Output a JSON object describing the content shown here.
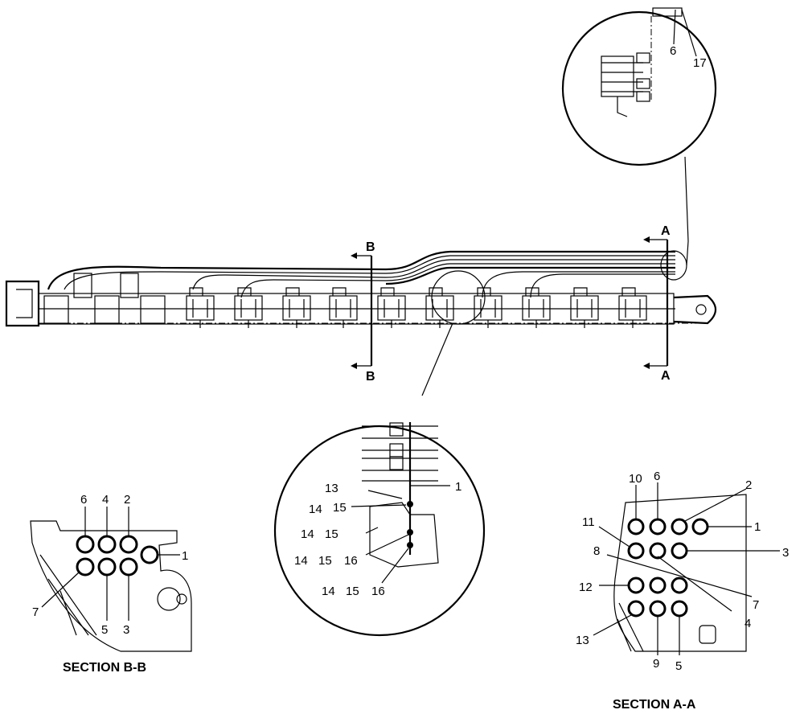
{
  "section_markers": {
    "b_top": "B",
    "b_bottom": "B",
    "a_top": "A",
    "a_bottom": "A"
  },
  "captions": {
    "section_bb": "SECTION  B-B",
    "section_aa": "SECTION  A-A"
  },
  "detail_top": {
    "labels": [
      "6",
      "17"
    ]
  },
  "detail_center": {
    "labels": [
      "13",
      "1",
      "14",
      "15",
      "14",
      "15",
      "14",
      "15",
      "16",
      "14",
      "15",
      "16"
    ]
  },
  "section_bb": {
    "labels": [
      "6",
      "4",
      "2",
      "1",
      "7",
      "5",
      "3"
    ]
  },
  "section_aa": {
    "labels": [
      "10",
      "6",
      "2",
      "1",
      "11",
      "3",
      "8",
      "7",
      "12",
      "4",
      "13",
      "9",
      "5"
    ]
  }
}
